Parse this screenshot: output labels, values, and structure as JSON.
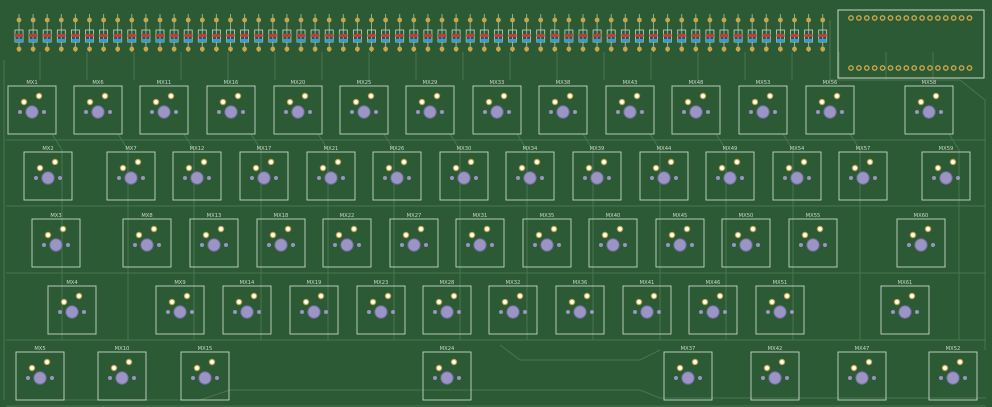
{
  "pcb": {
    "colors": {
      "board": "#2c5a35",
      "trace": "#4b7a52",
      "silkscreen": "#c8d8c8",
      "pad": "#9a95c4",
      "copper": "#c9a64a",
      "diode_red": "#c83a3a",
      "diode_blue": "#3a9ad8"
    },
    "diode_count": 58,
    "controller_pins_per_row": 16,
    "rows": [
      {
        "keys": [
          {
            "label": "MX1"
          },
          {
            "label": "MX6"
          },
          {
            "label": "MX11"
          },
          {
            "label": "MX16"
          },
          {
            "label": "MX20"
          },
          {
            "label": "MX25"
          },
          {
            "label": "MX29"
          },
          {
            "label": "MX33"
          },
          {
            "label": "MX38"
          },
          {
            "label": "MX43"
          },
          {
            "label": "MX48"
          },
          {
            "label": "MX53"
          },
          {
            "label": "MX56"
          },
          {
            "label": "MX58"
          }
        ]
      },
      {
        "keys": [
          {
            "label": "MX2"
          },
          {
            "label": "MX7"
          },
          {
            "label": "MX12"
          },
          {
            "label": "MX17"
          },
          {
            "label": "MX21"
          },
          {
            "label": "MX26"
          },
          {
            "label": "MX30"
          },
          {
            "label": "MX34"
          },
          {
            "label": "MX39"
          },
          {
            "label": "MX44"
          },
          {
            "label": "MX49"
          },
          {
            "label": "MX54"
          },
          {
            "label": "MX57"
          },
          {
            "label": "MX59"
          }
        ]
      },
      {
        "keys": [
          {
            "label": "MX3"
          },
          {
            "label": "MX8"
          },
          {
            "label": "MX13"
          },
          {
            "label": "MX18"
          },
          {
            "label": "MX22"
          },
          {
            "label": "MX27"
          },
          {
            "label": "MX31"
          },
          {
            "label": "MX35"
          },
          {
            "label": "MX40"
          },
          {
            "label": "MX45"
          },
          {
            "label": "MX50"
          },
          {
            "label": "MX55"
          },
          {
            "label": "MX60"
          }
        ]
      },
      {
        "keys": [
          {
            "label": "MX4"
          },
          {
            "label": "MX9"
          },
          {
            "label": "MX14"
          },
          {
            "label": "MX19"
          },
          {
            "label": "MX23"
          },
          {
            "label": "MX28"
          },
          {
            "label": "MX32"
          },
          {
            "label": "MX36"
          },
          {
            "label": "MX41"
          },
          {
            "label": "MX46"
          },
          {
            "label": "MX51"
          },
          {
            "label": "MX61"
          }
        ]
      },
      {
        "keys": [
          {
            "label": "MX5"
          },
          {
            "label": "MX10"
          },
          {
            "label": "MX15"
          },
          {
            "label": "MX24"
          },
          {
            "label": "MX37"
          },
          {
            "label": "MX42"
          },
          {
            "label": "MX47"
          },
          {
            "label": "MX52"
          }
        ]
      }
    ]
  }
}
